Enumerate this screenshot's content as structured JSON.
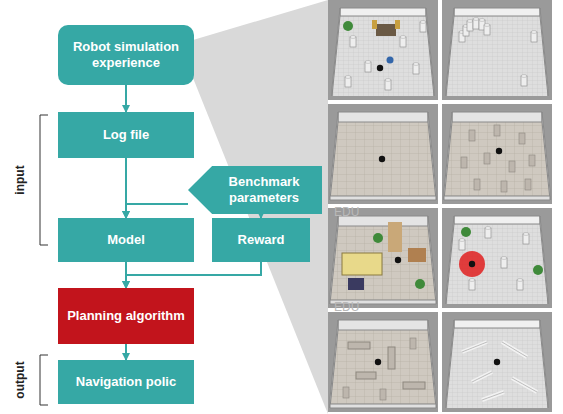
{
  "diagram": {
    "nodes": [
      {
        "text": [
          "Robot simulation experience"
        ]
      },
      {
        "text": [
          "Log file"
        ]
      },
      {
        "text": [
          "Benchmark parameters"
        ]
      },
      {
        "text": [
          "Model"
        ]
      },
      {
        "text": [
          "Reward"
        ]
      },
      {
        "text": [
          "Planning algorithm"
        ]
      },
      {
        "text": [
          "Navigation polic"
        ]
      }
    ],
    "edges": [
      {
        "from": 0,
        "to": 1,
        "arrow": "to"
      },
      {
        "from": 1,
        "to": 3,
        "arrow": "to"
      },
      {
        "from": 2,
        "to": 3,
        "arrow": "to"
      },
      {
        "from": 2,
        "to": 4,
        "arrow": "to"
      },
      {
        "from": 3,
        "to": 5,
        "arrow": "to"
      },
      {
        "from": 4,
        "to": 5,
        "arrow": "to"
      },
      {
        "from": 5,
        "to": 6,
        "arrow": "to"
      }
    ],
    "labels": [
      "input",
      "output",
      "EDU",
      "EDU"
    ]
  }
}
